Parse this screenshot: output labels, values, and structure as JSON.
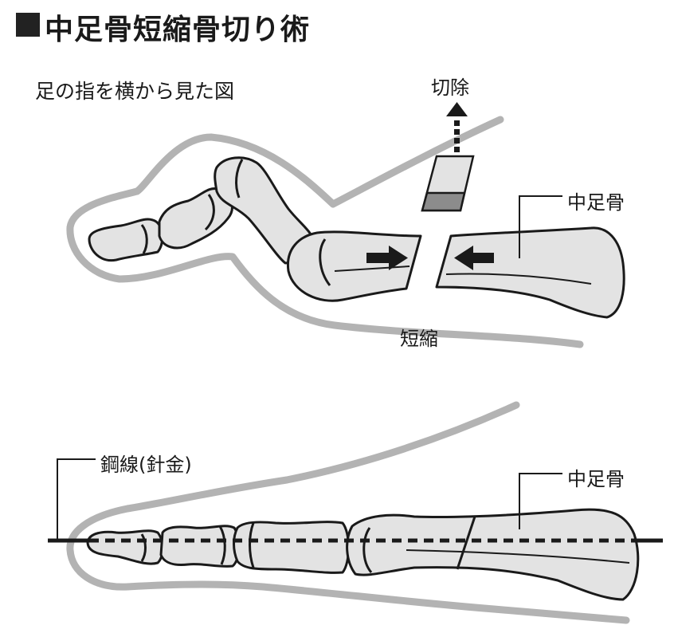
{
  "title": "中足骨短縮骨切り術",
  "subtitle": "足の指を横から見た図",
  "labels": {
    "cut": "切除",
    "metatarsal_top": "中足骨",
    "shortening": "短縮",
    "wire": "鋼線(針金)",
    "metatarsal_bottom": "中足骨"
  },
  "colors": {
    "outline": "#b3b3b3",
    "bone_fill": "#e3e3e3",
    "bone_stroke": "#1a1a1a",
    "cut_piece": "#8c8c8c",
    "arrow": "#1a1a1a"
  },
  "icons": [
    "arrow-right-icon",
    "arrow-left-icon",
    "dotted-arrow-up-icon"
  ]
}
